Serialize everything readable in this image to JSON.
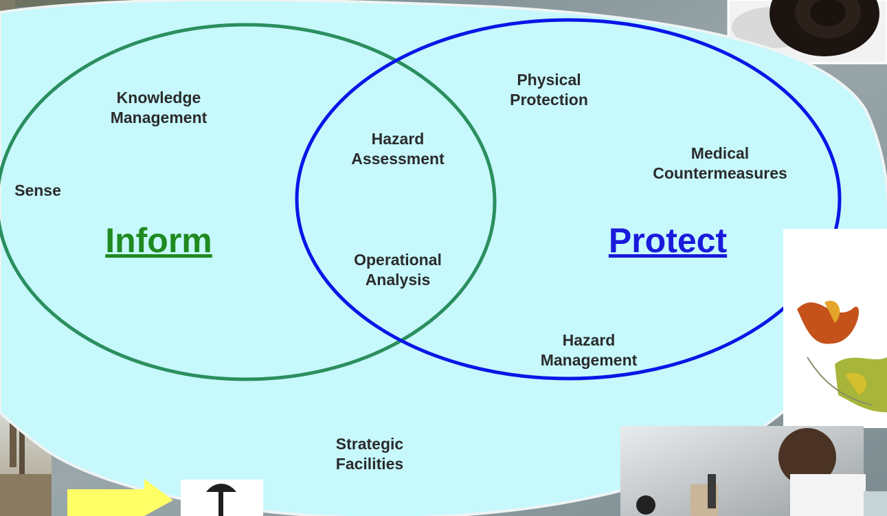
{
  "diagram": {
    "inform_label": "Inform",
    "protect_label": "Protect",
    "colors": {
      "background": "#7e8e92",
      "outer_fill": "#c6f8fc",
      "inform_circle": "#2a8f5e",
      "protect_circle": "#0a16e6",
      "inform_text": "#1f8a1f",
      "protect_text": "#1a1adc",
      "arrow": "#ffff66"
    },
    "inform_only": {
      "knowledge": [
        "Knowledge",
        "Management"
      ],
      "sense": "Sense"
    },
    "overlap": {
      "hazard_assessment": [
        "Hazard",
        "Assessment"
      ],
      "operational_analysis": [
        "Operational",
        "Analysis"
      ]
    },
    "protect_only": {
      "physical_protection": [
        "Physical",
        "Protection"
      ],
      "medical_countermeasures": [
        "Medical",
        "Countermeasures"
      ],
      "hazard_management": [
        "Hazard",
        "Management"
      ]
    },
    "outer": {
      "strategic_facilities": [
        "Strategic",
        "Facilities"
      ]
    }
  }
}
